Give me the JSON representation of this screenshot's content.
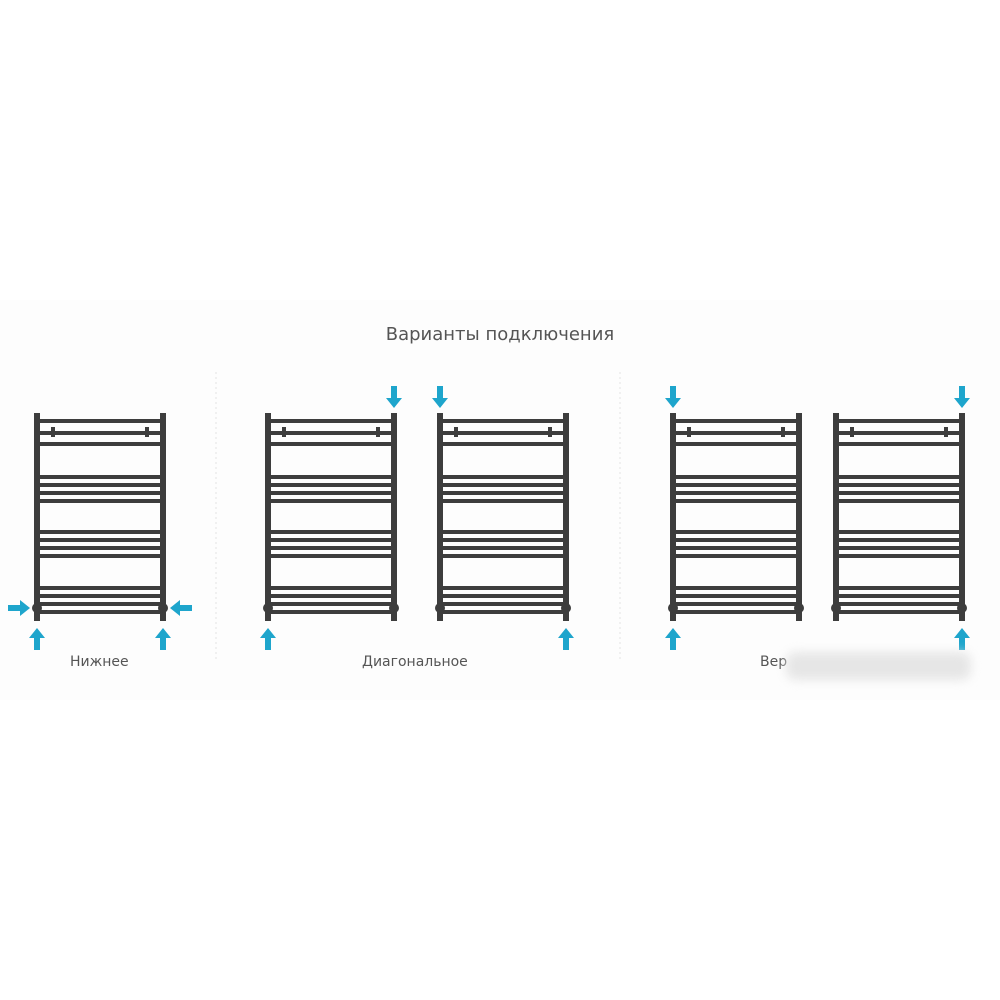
{
  "title": "Варианты подключения",
  "labels": {
    "bottom": "Нижнее",
    "diagonal": "Диагональное",
    "top_partial": "Вер"
  },
  "colors": {
    "frame": "#3d3d3d",
    "arrow": "#1ea5cc"
  },
  "radiators": [
    {
      "name": "bottom",
      "arrows": [
        "left-in",
        "right-in",
        "up-left",
        "up-right"
      ]
    },
    {
      "name": "diagonal-1",
      "arrows": [
        "down-right",
        "up-left"
      ]
    },
    {
      "name": "diagonal-2",
      "arrows": [
        "down-left",
        "up-right"
      ]
    },
    {
      "name": "top-1",
      "arrows": [
        "down-left",
        "up-left"
      ]
    },
    {
      "name": "top-2",
      "arrows": [
        "down-right",
        "up-right"
      ]
    }
  ]
}
